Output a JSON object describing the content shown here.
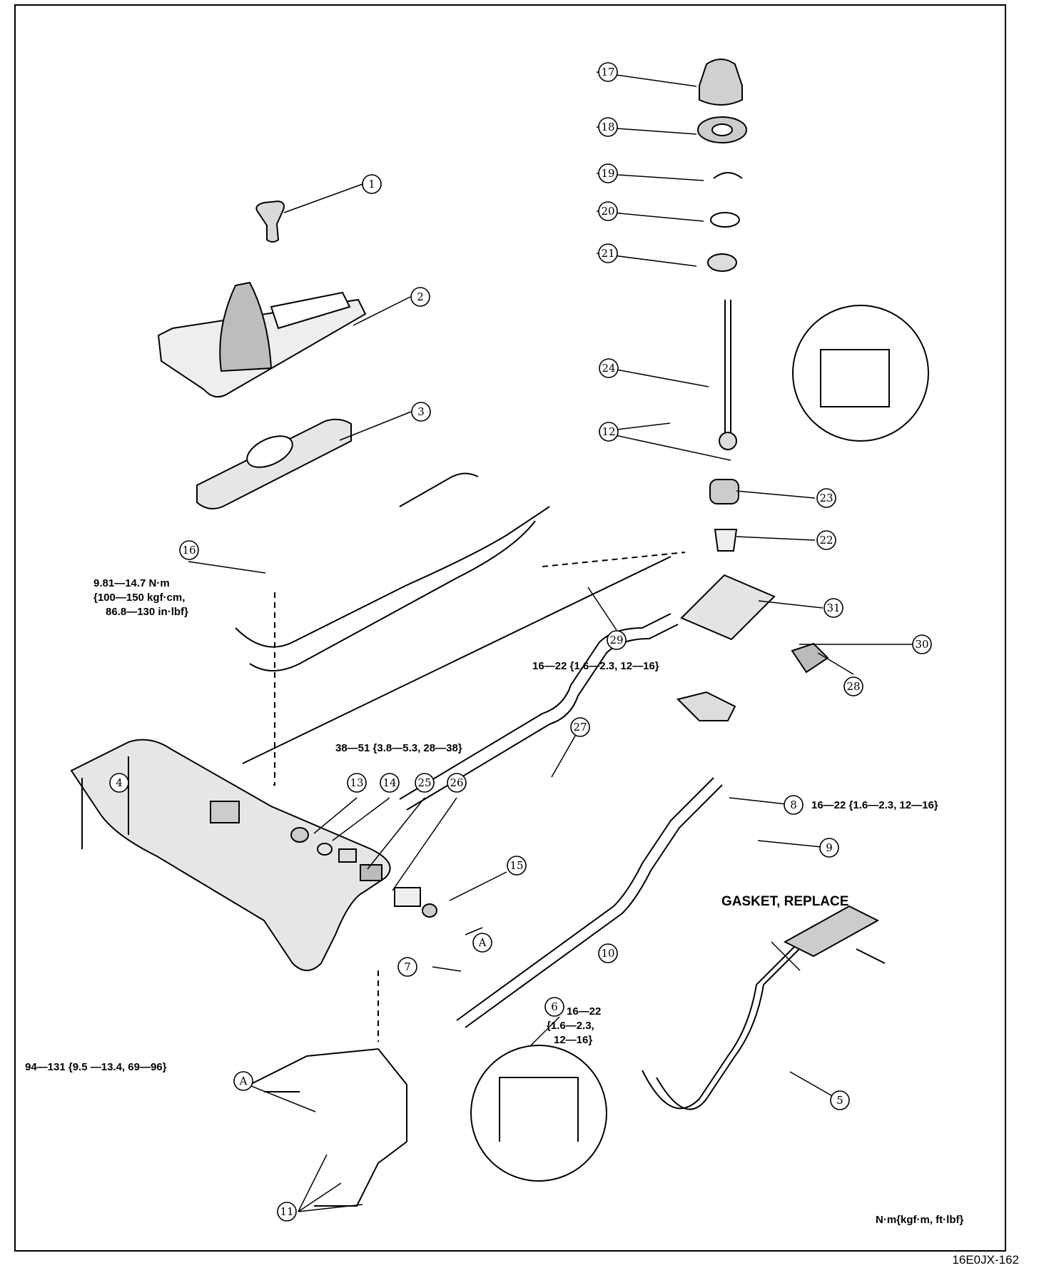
{
  "callouts": [
    {
      "id": "c1",
      "label": "1"
    },
    {
      "id": "c2",
      "label": "2"
    },
    {
      "id": "c3",
      "label": "3"
    },
    {
      "id": "c4",
      "label": "4"
    },
    {
      "id": "c5",
      "label": "5"
    },
    {
      "id": "c6",
      "label": "6"
    },
    {
      "id": "c7",
      "label": "7"
    },
    {
      "id": "c8",
      "label": "8"
    },
    {
      "id": "c9",
      "label": "9"
    },
    {
      "id": "c10",
      "label": "10"
    },
    {
      "id": "c11",
      "label": "11"
    },
    {
      "id": "c12",
      "label": "12"
    },
    {
      "id": "c13",
      "label": "13"
    },
    {
      "id": "c14",
      "label": "14"
    },
    {
      "id": "c15",
      "label": "15"
    },
    {
      "id": "c16",
      "label": "16"
    },
    {
      "id": "c17",
      "label": "17"
    },
    {
      "id": "c18",
      "label": "18"
    },
    {
      "id": "c19",
      "label": "19"
    },
    {
      "id": "c20",
      "label": "20"
    },
    {
      "id": "c21",
      "label": "21"
    },
    {
      "id": "c22",
      "label": "22"
    },
    {
      "id": "c23",
      "label": "23"
    },
    {
      "id": "c24",
      "label": "24"
    },
    {
      "id": "c25",
      "label": "25"
    },
    {
      "id": "c26",
      "label": "26"
    },
    {
      "id": "c27",
      "label": "27"
    },
    {
      "id": "c28",
      "label": "28"
    },
    {
      "id": "c29",
      "label": "29"
    },
    {
      "id": "c30",
      "label": "30"
    },
    {
      "id": "c31",
      "label": "31"
    },
    {
      "id": "cA1",
      "label": "A"
    },
    {
      "id": "cA2",
      "label": "A"
    }
  ],
  "torque": {
    "t16_line1": "9.81—14.7 N·m",
    "t16_line2": "{100—150 kgf·cm,",
    "t16_line3": "86.8—130 in·lbf}",
    "t29": "16—22 {1.6—2.3, 12—16}",
    "t_bracket": "38—51 {3.8—5.3, 28—38}",
    "t8": "16—22 {1.6—2.3, 12—16}",
    "t6_line1": "16—22",
    "t6_line2": "{1.6—2.3,",
    "t6_line3": "12—16}",
    "t4": "94—131 {9.5 —13.4, 69—96}"
  },
  "notes": {
    "gasket": "GASKET, REPLACE",
    "units": "N·m{kgf·m, ft·lbf}"
  },
  "figure_code": "16E0JX-162"
}
